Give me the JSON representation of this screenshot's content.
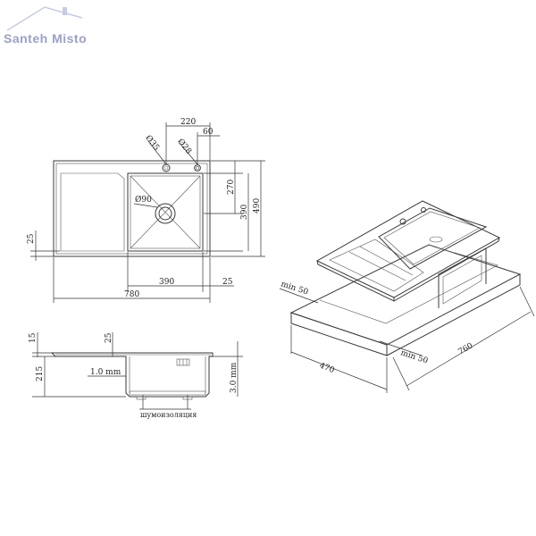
{
  "brand": {
    "logo_text": "Santeh Misto",
    "logo_color": "#9ba0c8"
  },
  "top_view": {
    "dim_220": "220",
    "dim_60": "60",
    "dim_d35": "Ø35",
    "dim_d28": "Ø28",
    "dim_270": "270",
    "dim_390_v": "390",
    "dim_490": "490",
    "dim_d90": "Ø90",
    "dim_25_left": "25",
    "dim_390_h": "390",
    "dim_25_bottom": "25",
    "dim_780": "780"
  },
  "side_view": {
    "dim_15": "15",
    "dim_25": "25",
    "dim_215": "215",
    "dim_1mm": "1.0 mm",
    "dim_3mm": "3.0 mm",
    "label_insulation": "шумоизоляция"
  },
  "iso_view": {
    "dim_min50_left": "min 50",
    "dim_min50_right": "min 50",
    "dim_470": "470",
    "dim_760": "760"
  }
}
